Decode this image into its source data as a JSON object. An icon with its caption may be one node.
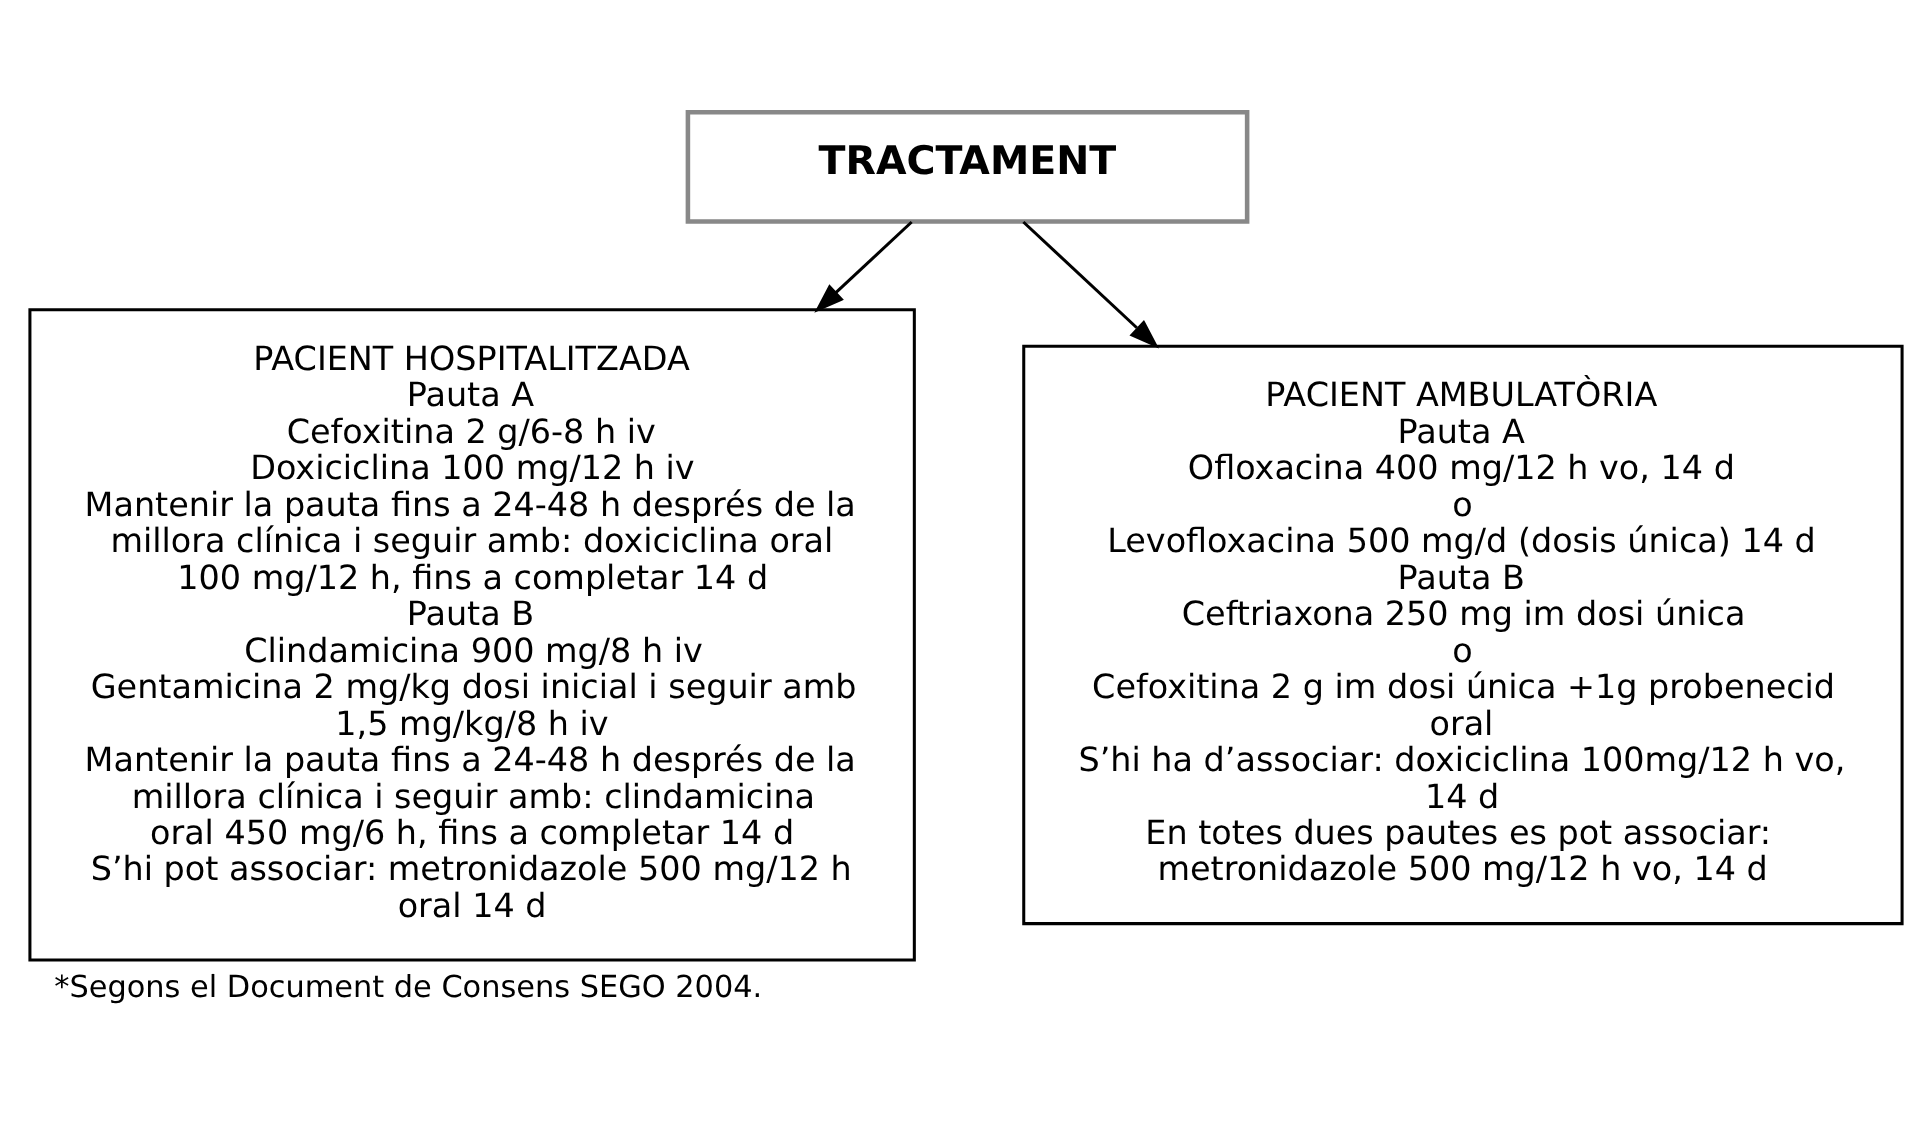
{
  "diagram": {
    "caption": "*Segons el Document de Consens SEGO 2004.",
    "nodes": [
      {
        "text": [
          "TRACTAMENT"
        ]
      },
      {
        "text": [
          "PACIENT HOSPITALITZADA",
          "Pauta A",
          "Cefoxitina 2 g/6-8 h iv",
          "Doxiciclina 100 mg/12 h iv",
          "Mantenir la pauta fins a 24-48 h després de la millora clínica i seguir amb: doxiciclina oral 100 mg/12 h, fins a completar 14 d",
          "Pauta B",
          "Clindamicina 900 mg/8 h iv",
          "Gentamicina 2 mg/kg dosi inicial i seguir amb 1,5 mg/kg/8 h iv",
          "Mantenir la pauta fins a 24-48 h després de la millora clínica i seguir amb: clindamicina oral 450 mg/6 h, fins a completar 14 d",
          "S’hi pot associar: metronidazole 500 mg/12 h oral 14 d"
        ]
      },
      {
        "text": [
          "PACIENT AMBULATÒRIA",
          "Pauta A",
          "Ofloxacina 400 mg/12 h vo, 14 d",
          "o",
          "Levofloxacina 500 mg/d (dosis única) 14 d",
          "Pauta B",
          "Ceftriaxona 250 mg im dosi única",
          "o",
          "Cefoxitina 2 g im dosi única +1g probenecid oral",
          "S’hi ha d’associar: doxiciclina 100mg/12 h vo,  14 d",
          "En totes dues pautes es pot associar: metronidazole 500 mg/12 h vo, 14 d"
        ]
      }
    ],
    "edges": [
      {
        "from": 0,
        "to": 1,
        "arrow": "to"
      },
      {
        "from": 0,
        "to": 2,
        "arrow": "to"
      }
    ]
  }
}
